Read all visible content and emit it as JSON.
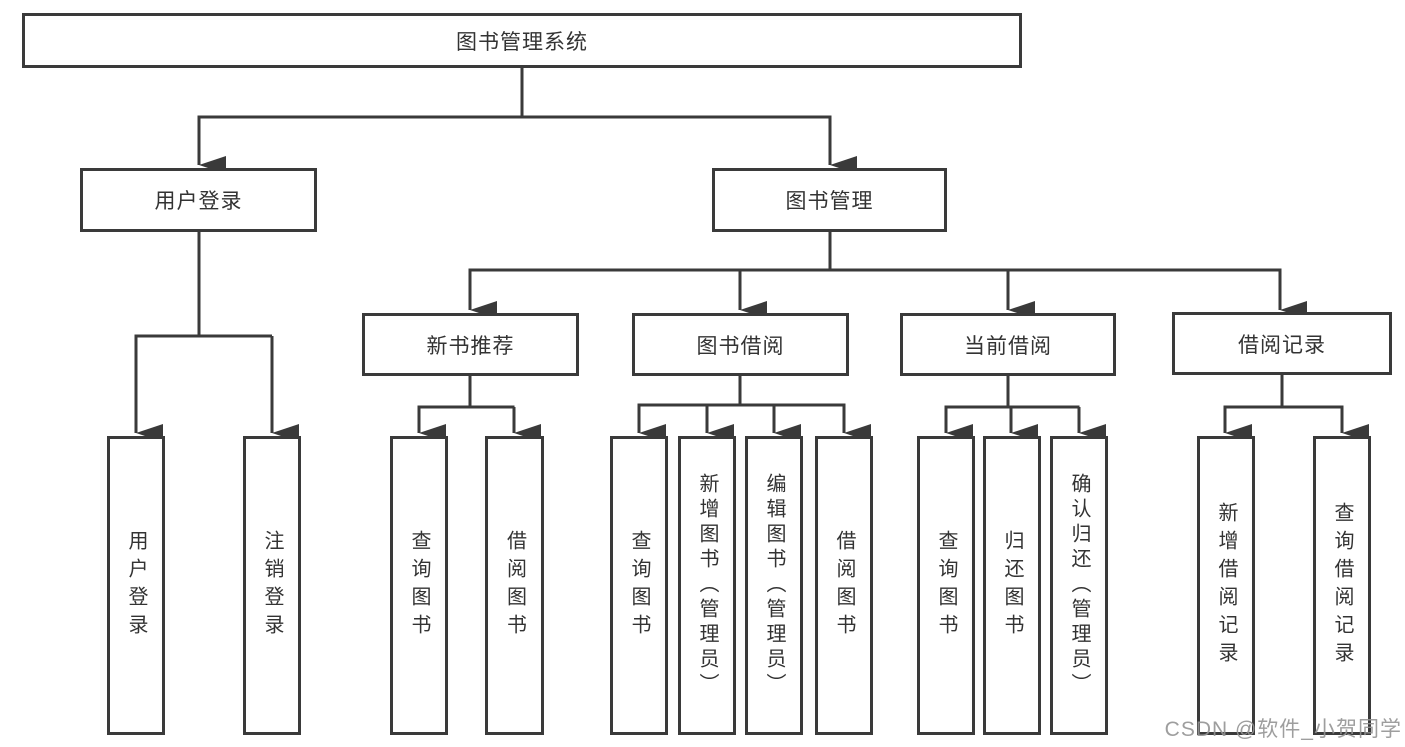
{
  "diagram": {
    "title": "图书管理系统",
    "level2": {
      "user_login": "用户登录",
      "book_mgmt": "图书管理"
    },
    "level3": {
      "new_book_rec": "新书推荐",
      "book_borrow": "图书借阅",
      "current_borrow": "当前借阅",
      "borrow_records": "借阅记录"
    },
    "leaves": {
      "user_login_children": [
        "用户登录",
        "注销登录"
      ],
      "new_book_rec_children": [
        "查询图书",
        "借阅图书"
      ],
      "book_borrow_children": [
        "查询图书",
        "新增图书（管理员）",
        "编辑图书（管理员）",
        "借阅图书"
      ],
      "current_borrow_children": [
        "查询图书",
        "归还图书",
        "确认归还（管理员）"
      ],
      "borrow_records_children": [
        "新增借阅记录",
        "查询借阅记录"
      ]
    }
  },
  "watermark": {
    "text": "CSDN @软件_小贺同学"
  },
  "colors": {
    "line": "#3a3a3a",
    "box_border": "#3a3a3a",
    "text": "#333333",
    "watermark": "#949494",
    "background": "#ffffff"
  }
}
